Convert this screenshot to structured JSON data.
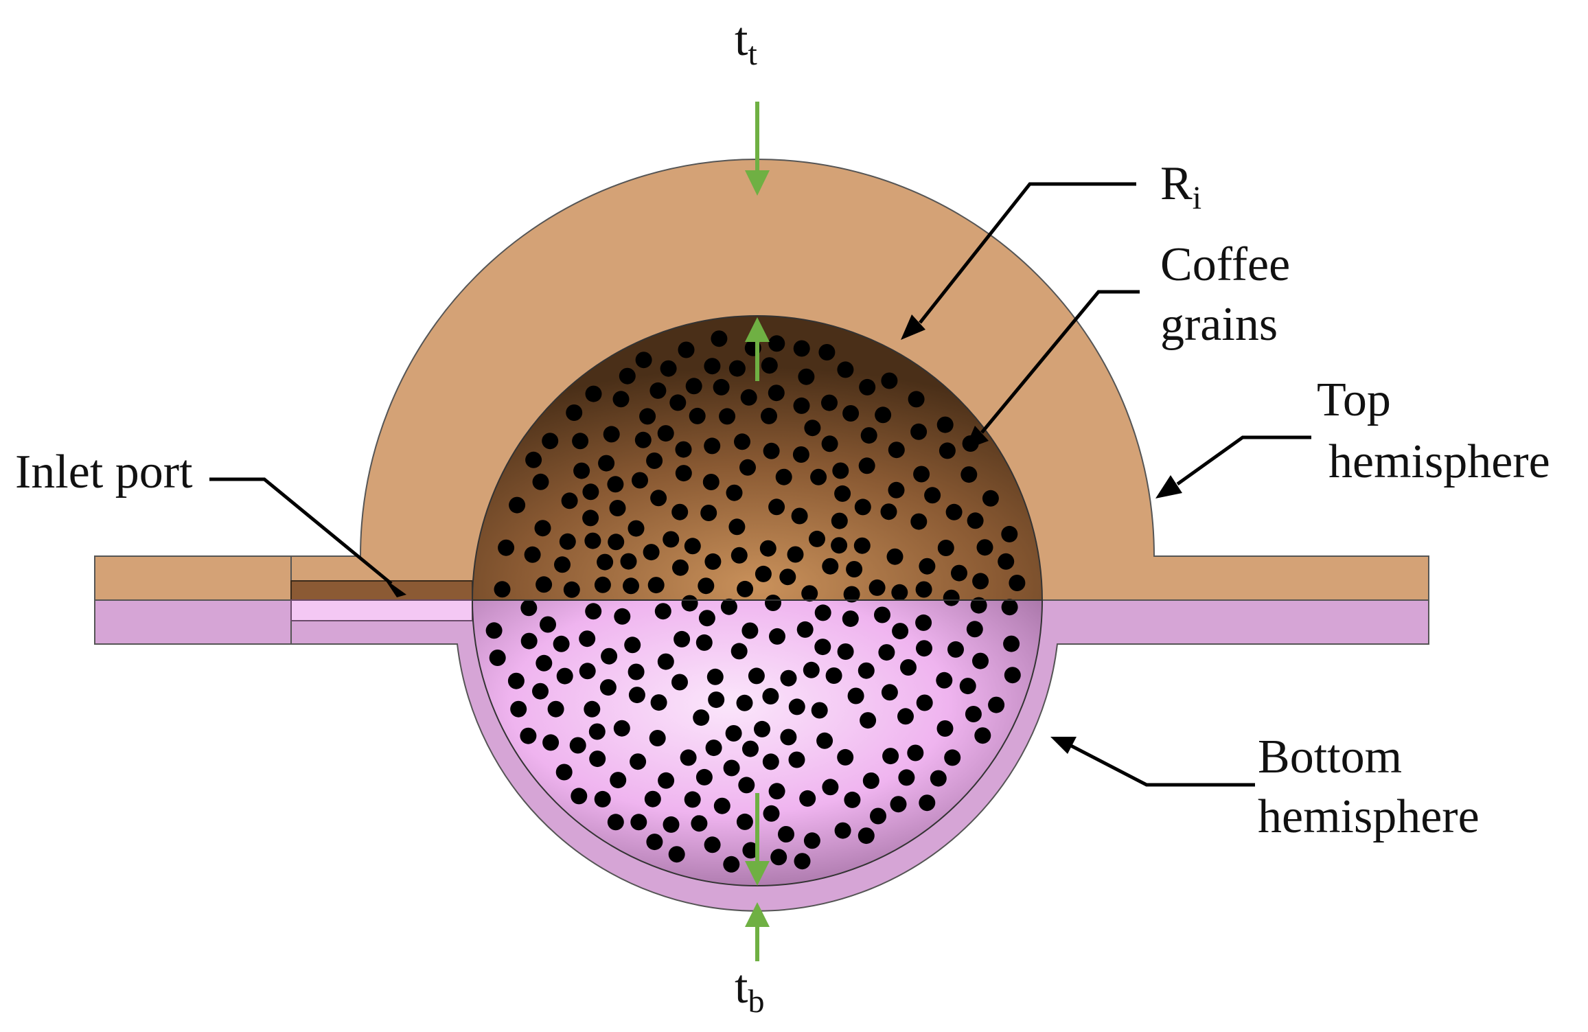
{
  "labels": {
    "t_top": {
      "main": "t",
      "sub": "t"
    },
    "r_inner": {
      "main": "R",
      "sub": "i"
    },
    "coffee_line1": "Coffee",
    "coffee_line2": "grains",
    "top_line1": "Top",
    "top_line2": "hemisphere",
    "inlet": "Inlet port",
    "bottom_line1": "Bottom",
    "bottom_line2": "hemisphere",
    "t_bottom": {
      "main": "t",
      "sub": "b"
    }
  },
  "colors": {
    "top_shell": "#d4a276",
    "bottom_shell": "#d6a5d6",
    "grain": "#000000",
    "arrow_green": "#6fb043",
    "leader_line": "#000000"
  }
}
